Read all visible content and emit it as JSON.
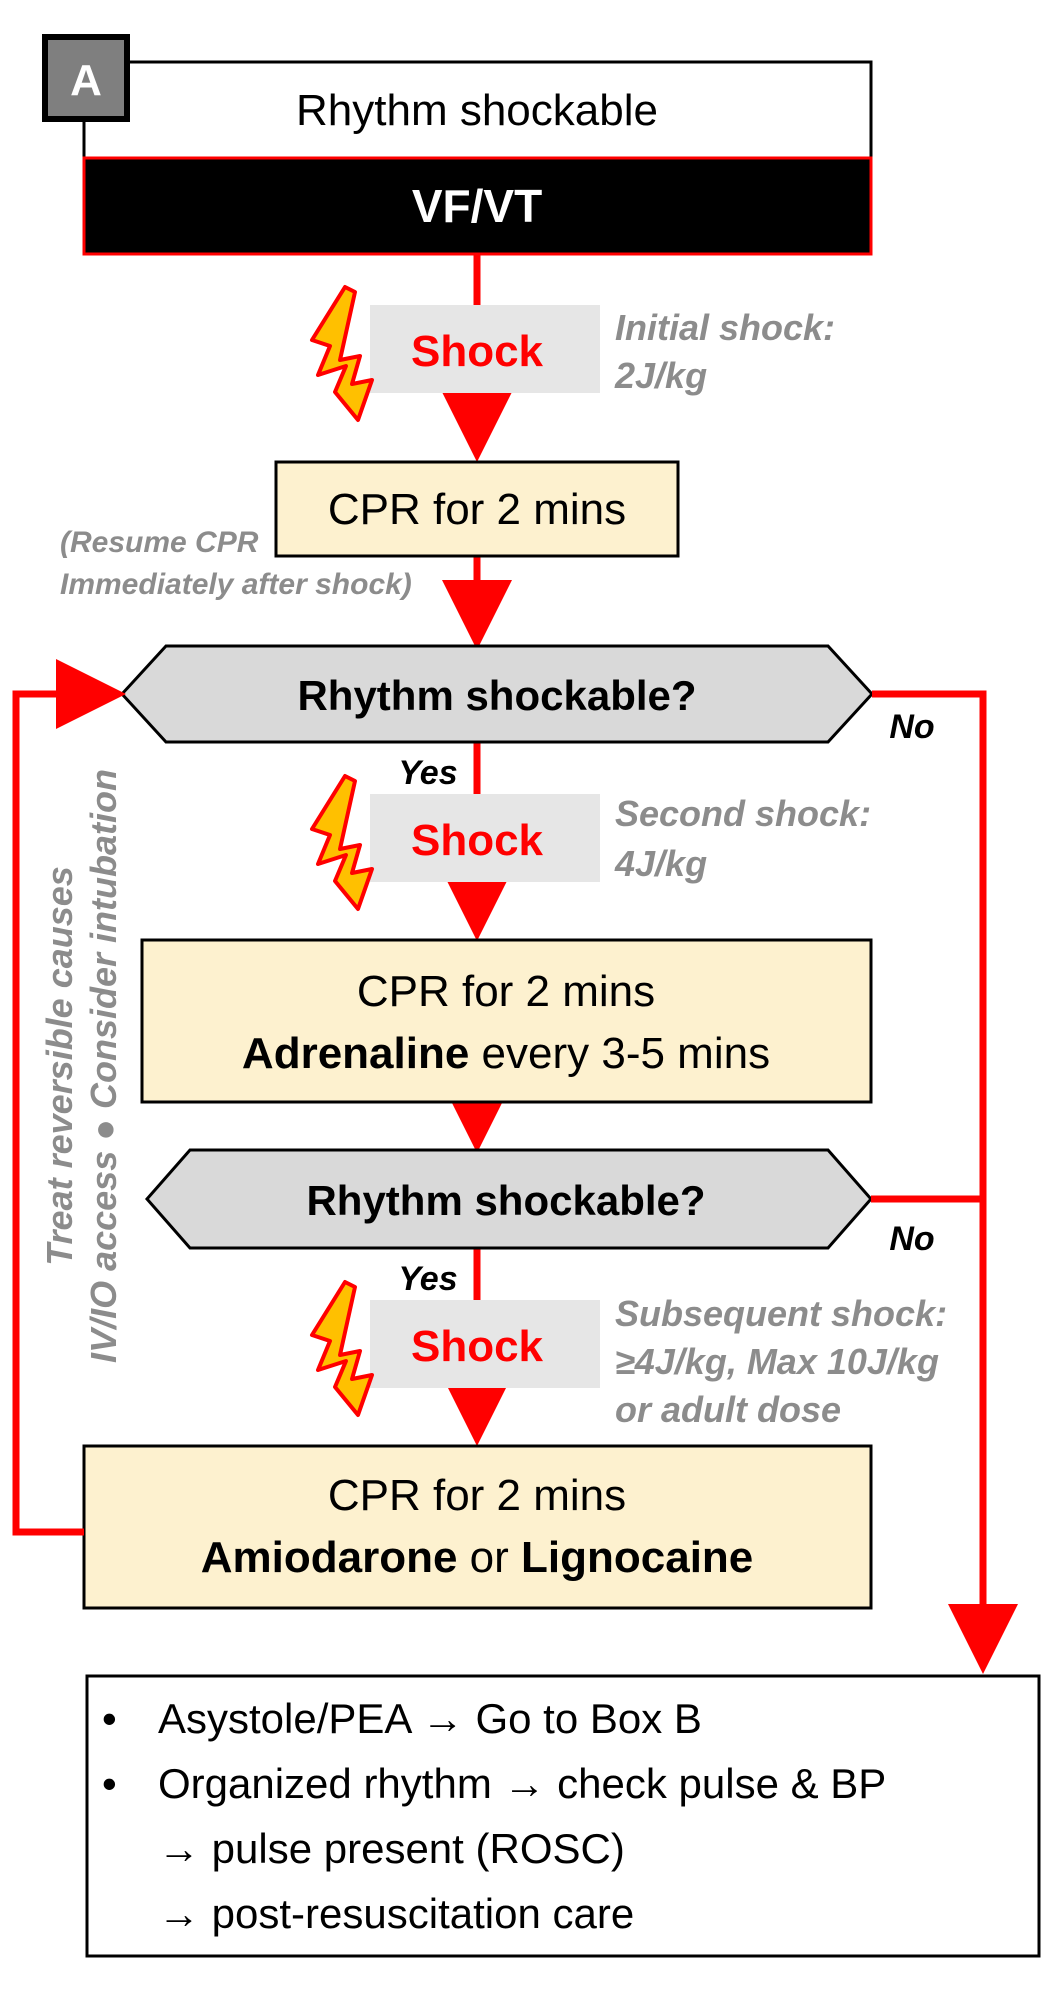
{
  "box_label": "A",
  "header": {
    "title": "Rhythm shockable",
    "subtitle": "VF/VT"
  },
  "shock_label": "Shock",
  "initial_shock": {
    "line1": "Initial shock:",
    "line2": "2J/kg"
  },
  "cpr1": "CPR for 2 mins",
  "resume_note": {
    "line1": "(Resume CPR",
    "line2": "Immediately after shock)"
  },
  "check1": "Rhythm shockable?",
  "yes_label": "Yes",
  "no_label": "No",
  "second_shock": {
    "line1": "Second shock:",
    "line2": "4J/kg"
  },
  "cpr2": {
    "line1": "CPR for 2 mins",
    "drug": "Adrenaline",
    "rest": " every 3-5 mins"
  },
  "check2": "Rhythm shockable?",
  "subsequent_shock": {
    "line1": "Subsequent shock:",
    "line2": "≥4J/kg, Max 10J/kg",
    "line3": "or adult dose"
  },
  "cpr3": {
    "line1": "CPR for 2 mins",
    "drug1": "Amiodarone",
    "or": " or ",
    "drug2": "Lignocaine"
  },
  "side_note": {
    "line1": "Treat reversible causes",
    "line2": "IV/IO access ● Consider intubation"
  },
  "outcome": {
    "bullet1": "Asystole/PEA → Go to Box B",
    "bullet2": "Organized rhythm → check pulse & BP",
    "line3": "→ pulse present (ROSC)",
    "line4": "→ post-resuscitation care"
  },
  "colors": {
    "arrow": "#ff0000",
    "cpr_fill": "#fdf1cf",
    "check_fill": "#d9d9d9",
    "shock_fill": "#e6e6e6",
    "bolt_fill": "#ffc000",
    "note_text": "#8c8c8c"
  }
}
